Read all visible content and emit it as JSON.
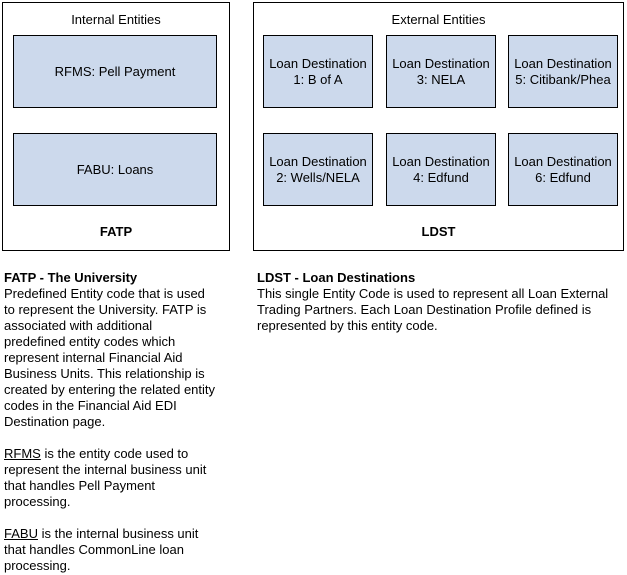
{
  "colors": {
    "inner_box_fill": "#ccd9ec",
    "box_border": "#000000",
    "background": "#ffffff",
    "text": "#000000"
  },
  "diagram": {
    "internal": {
      "title": "Internal Entities",
      "code": "FATP",
      "items": [
        {
          "label": "RFMS: Pell Payment"
        },
        {
          "label": "FABU: Loans"
        }
      ]
    },
    "external": {
      "title": "External Entities",
      "code": "LDST",
      "destinations": [
        {
          "label": "Loan Destination 1: B of A"
        },
        {
          "label": "Loan Destination 2: Wells/NELA"
        },
        {
          "label": "Loan Destination 3: NELA"
        },
        {
          "label": "Loan Destination 4: Edfund"
        },
        {
          "label": "Loan Destination 5: Citibank/Phea"
        },
        {
          "label": "Loan Destination 6: Edfund"
        }
      ]
    }
  },
  "notes": {
    "fatp": {
      "heading": "FATP - The University",
      "body": "Predefined Entity code that is used\nto represent the University. FATP is\nassociated with additional\npredefined entity codes which\nrepresent internal Financial Aid\nBusiness Units. This relationship is\ncreated by entering the related entity\ncodes in the Financial Aid EDI\nDestination page.",
      "rfms_term": "RFMS",
      "rfms_text": " is the entity code used to\nrepresent the internal business unit\nthat handles Pell Payment\nprocessing.",
      "fabu_term": "FABU",
      "fabu_text": " is the internal business unit\nthat handles CommonLine loan\nprocessing."
    },
    "ldst": {
      "heading": "LDST - Loan Destinations",
      "body": "This single Entity Code is used to represent all Loan External\nTrading Partners. Each Loan Destination Profile defined is\nrepresented by this entity code."
    }
  }
}
